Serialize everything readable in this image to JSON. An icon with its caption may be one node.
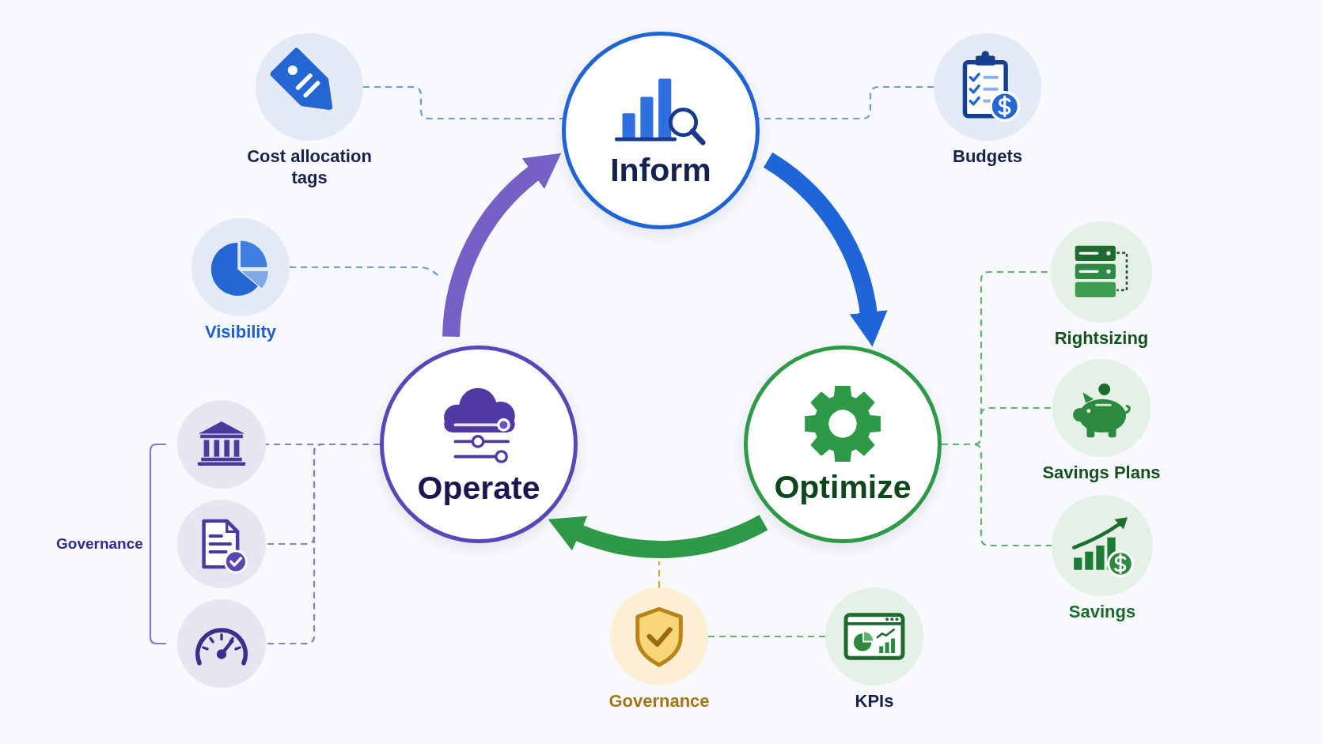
{
  "diagram": {
    "nodes": [
      {
        "text": [
          "Cost allocation tags"
        ]
      },
      {
        "text": [
          "Inform"
        ]
      },
      {
        "text": [
          "Budgets"
        ]
      },
      {
        "text": [
          "Visibility"
        ]
      },
      {
        "text": [
          "Rightsizing"
        ]
      },
      {
        "text": [
          "Operate"
        ]
      },
      {
        "text": [
          "Optimize"
        ]
      },
      {
        "text": [
          "Savings Plans"
        ]
      },
      {
        "text": [],
        "shape": "circle"
      },
      {
        "text": [],
        "shape": "circle"
      },
      {
        "text": [
          "Savings"
        ]
      },
      {
        "text": [],
        "shape": "circle"
      },
      {
        "text": [
          "Governance"
        ]
      },
      {
        "text": [
          "KPIs"
        ]
      }
    ],
    "edges": [
      {
        "from": 1,
        "to": 6,
        "arrow": "to",
        "style": "thick",
        "color": "#2065d8"
      },
      {
        "from": 6,
        "to": 5,
        "arrow": "to",
        "style": "thick",
        "color": "#2e9a48"
      },
      {
        "from": 5,
        "to": 1,
        "arrow": "to",
        "style": "thick",
        "color": "#7560c6"
      },
      {
        "from": 0,
        "to": 1,
        "arrow": "none",
        "style": "dashed",
        "color": "#6d9ce4"
      },
      {
        "from": 2,
        "to": 1,
        "arrow": "none",
        "style": "dashed",
        "color": "#6d9ce4"
      },
      {
        "from": 3,
        "to": null,
        "arrow": "none",
        "style": "dashed",
        "color": "#6d9ce4"
      },
      {
        "from": 6,
        "to": 4,
        "arrow": "none",
        "style": "dashed",
        "color": "#62b274"
      },
      {
        "from": 6,
        "to": 7,
        "arrow": "none",
        "style": "dashed",
        "color": "#62b274"
      },
      {
        "from": 6,
        "to": 10,
        "arrow": "none",
        "style": "dashed",
        "color": "#62b274"
      },
      {
        "from": 5,
        "to": 8,
        "arrow": "none",
        "style": "dashed",
        "color": "#8d7ad0"
      },
      {
        "from": 5,
        "to": 9,
        "arrow": "none",
        "style": "dashed",
        "color": "#8d7ad0"
      },
      {
        "from": 5,
        "to": 11,
        "arrow": "none",
        "style": "dashed",
        "color": "#8d7ad0"
      },
      {
        "from": 12,
        "to": null,
        "arrow": "none",
        "style": "dashed",
        "color": "#d8a52b"
      },
      {
        "from": 12,
        "to": 13,
        "arrow": "none",
        "style": "dashed",
        "color": "#62b274"
      }
    ],
    "labels": [
      "Governance"
    ]
  }
}
